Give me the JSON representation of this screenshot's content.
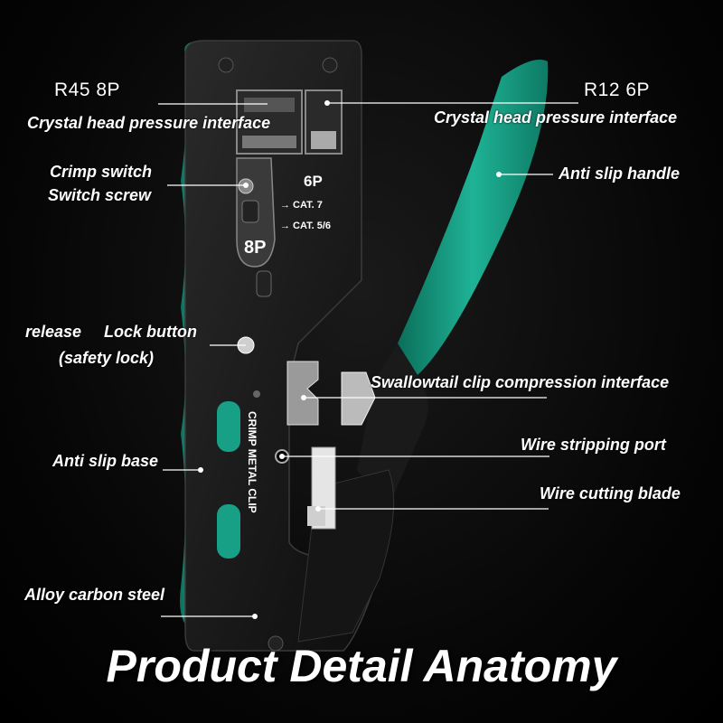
{
  "title": "Product Detail Anatomy",
  "labels": {
    "r45_model": "R45 8P",
    "r45_desc": "Crystal head pressure interface",
    "r12_model": "R12 6P",
    "r12_desc": "Crystal head pressure interface",
    "crimp_switch": "Crimp switch",
    "switch_screw": "Switch screw",
    "anti_slip_handle": "Anti slip handle",
    "release": "release",
    "lock_button": "Lock button",
    "safety_lock": "(safety lock)",
    "swallowtail": "Swallowtail clip compression interface",
    "wire_stripping": "Wire stripping port",
    "anti_slip_base": "Anti slip base",
    "wire_cutting": "Wire cutting blade",
    "alloy": "Alloy carbon steel"
  },
  "tool_markings": {
    "six_p": "6P",
    "cat7": "→ CAT. 7",
    "cat56": "→ CAT. 5/6",
    "eight_p": "8P",
    "crimp_metal_clip": "CRIMP METAL CLIP"
  },
  "colors": {
    "handle_green": "#17a085",
    "handle_green_dark": "#0b6e5a",
    "body_black": "#111111",
    "leader_line": "#ffffff"
  }
}
